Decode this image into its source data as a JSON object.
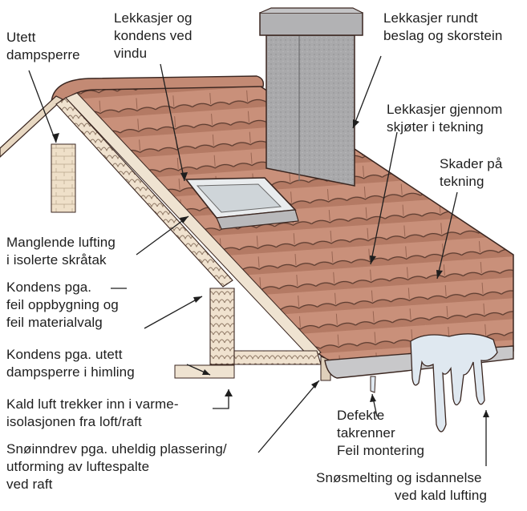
{
  "labels": {
    "utett_dampsperre": [
      "Utett",
      "dampsperre"
    ],
    "lekkasjer_vindu": [
      "Lekkasjer og",
      "kondens ved",
      "vindu"
    ],
    "lekkasjer_beslag": [
      "Lekkasjer rundt",
      "beslag og skorstein"
    ],
    "lekkasjer_skjoter": [
      "Lekkasjer gjennom",
      "skjøter i tekning"
    ],
    "skader_tekning": [
      "Skader på",
      "tekning"
    ],
    "manglende_lufting": [
      "Manglende lufting",
      "i isolerte skråtak"
    ],
    "kondens_oppbygning": [
      "Kondens pga.",
      "feil oppbygning og",
      "feil materialvalg"
    ],
    "kondens_himling": [
      "Kondens pga. utett",
      "dampsperre i himling"
    ],
    "kald_luft": [
      "Kald luft trekker inn i varme-",
      "isolasjonen fra loft/raft"
    ],
    "snoinndrev": [
      "Snøinndrev pga. uheldig plassering/",
      "utforming av luftespalte",
      "ved raft"
    ],
    "defekte_takrenner": [
      "Defekte",
      "takrenner",
      "Feil montering"
    ],
    "snosmelting": [
      "Snøsmelting og isdannelse",
      "ved kald lufting"
    ]
  },
  "colors": {
    "roof_tile": "#c9907a",
    "roof_tile_shadow": "#a86f5a",
    "chimney": "#a9a9ab",
    "insulation": "#f0e2cf",
    "ice": "#dfe8f0",
    "ink": "#1e1e1e"
  }
}
